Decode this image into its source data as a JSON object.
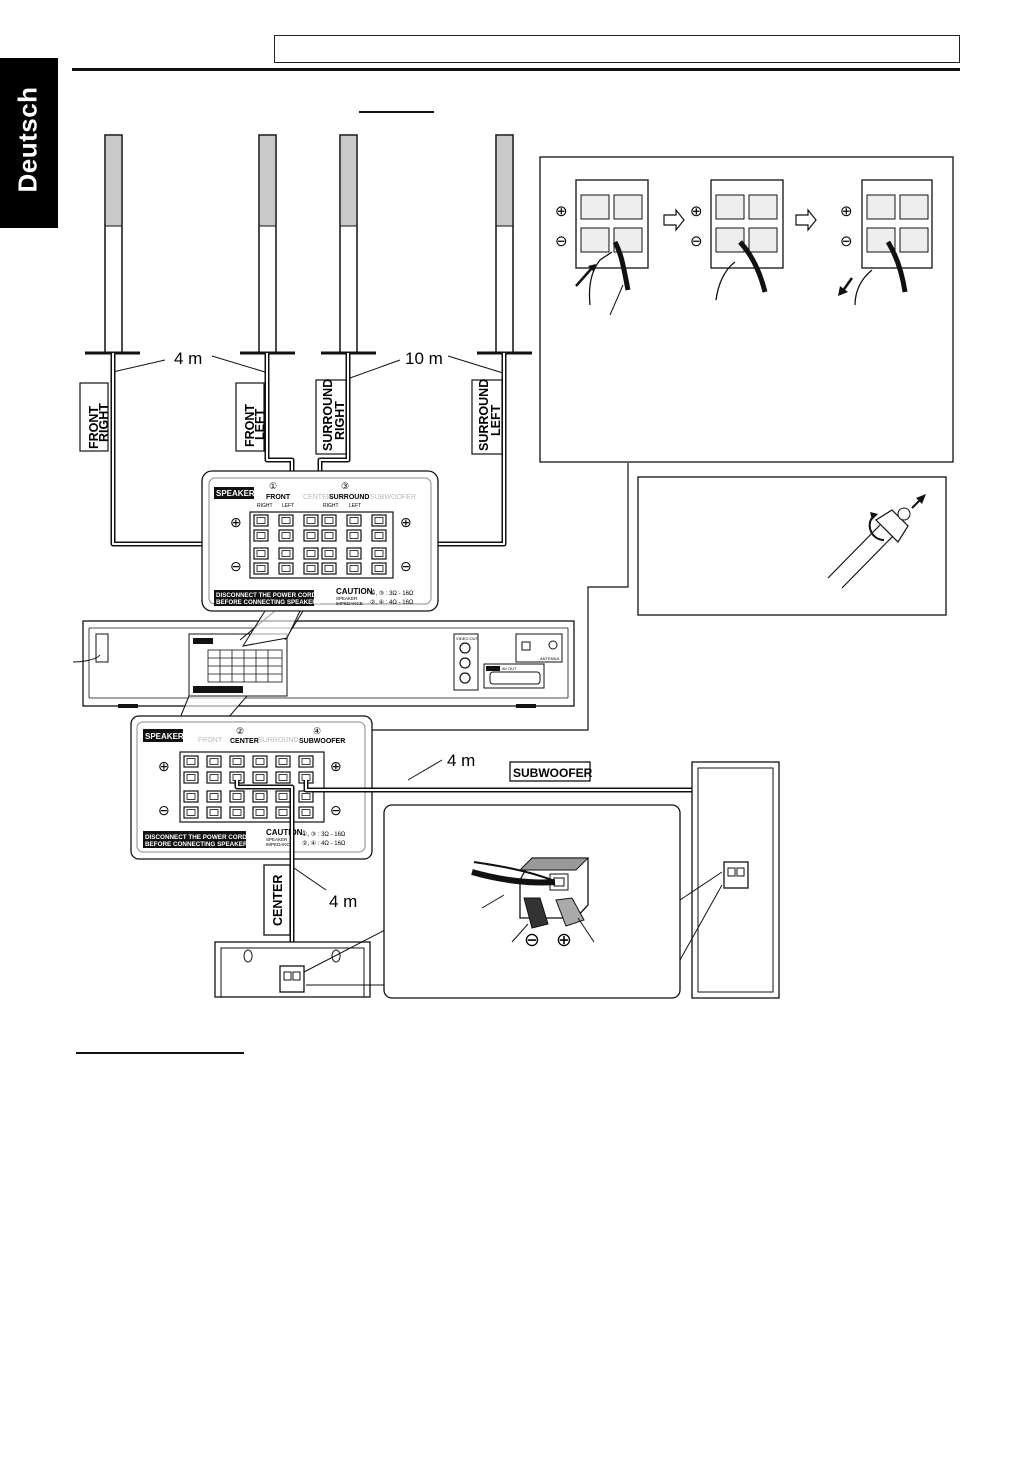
{
  "side_tab": {
    "label": "Deutsch"
  },
  "distances": {
    "front": "4 m",
    "surround": "10 m",
    "subwoofer": "4 m",
    "center": "4 m"
  },
  "speakers": {
    "front_right": [
      "FRONT",
      "RIGHT"
    ],
    "front_left": [
      "FRONT",
      "LEFT"
    ],
    "surround_right": [
      "SURROUND",
      "RIGHT"
    ],
    "surround_left": [
      "SURROUND",
      "LEFT"
    ],
    "subwoofer": "SUBWOOFER",
    "center": "CENTER"
  },
  "terminal_panel": {
    "title": "SPEAKERS",
    "groups": [
      {
        "num": "①",
        "name": "FRONT",
        "sub": [
          "RIGHT",
          "LEFT"
        ]
      },
      {
        "num": "②",
        "name": "CENTER",
        "sub": []
      },
      {
        "num": "③",
        "name": "SURROUND",
        "sub": [
          "RIGHT",
          "LEFT"
        ]
      },
      {
        "num": "④",
        "name": "SUBWOOFER",
        "sub": []
      }
    ],
    "warning": [
      "DISCONNECT THE POWER CORD",
      "BEFORE CONNECTING SPEAKERS"
    ],
    "caution_title": "CAUTION:",
    "caution_lines": [
      "SPEAKER",
      "IMPEDANCE"
    ],
    "caution_values": [
      "①, ③ : 3Ω - 16Ω",
      "②, ④ : 4Ω - 16Ω"
    ]
  },
  "rear_unit": {
    "video_out": "VIDEO OUT",
    "antenna": "ANTENNA",
    "av_out": "AV OUT"
  }
}
